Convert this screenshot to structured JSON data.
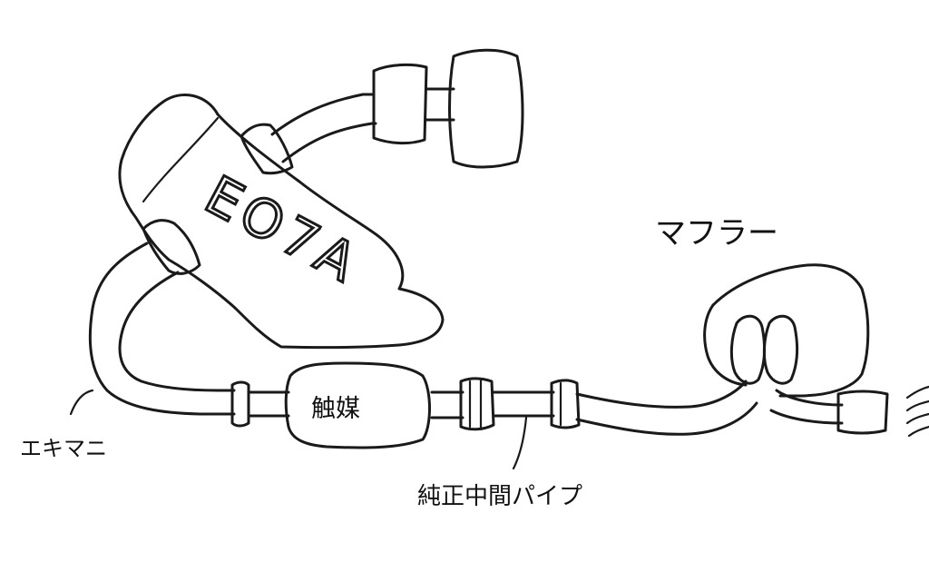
{
  "diagram": {
    "engine_label": "EO7A",
    "muffler_label": "マフラー",
    "catalyst_label": "触媒",
    "manifold_label": "エキマニ",
    "mid_pipe_label": "純正中間パイプ"
  }
}
